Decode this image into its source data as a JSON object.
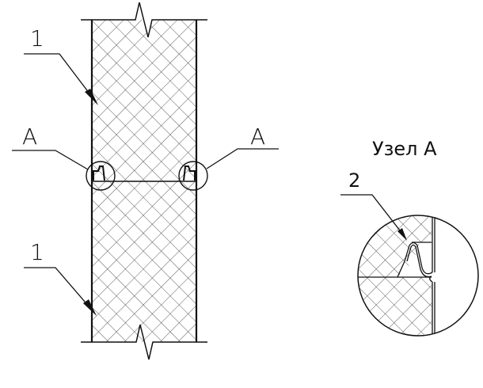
{
  "drawing": {
    "panel_label_top": "1",
    "panel_label_bottom": "1",
    "node_label_left": "A",
    "node_label_right": "A",
    "detail_title": "Узел А",
    "detail_callout": "2"
  },
  "colors": {
    "line": "#111111",
    "background": "#ffffff"
  }
}
